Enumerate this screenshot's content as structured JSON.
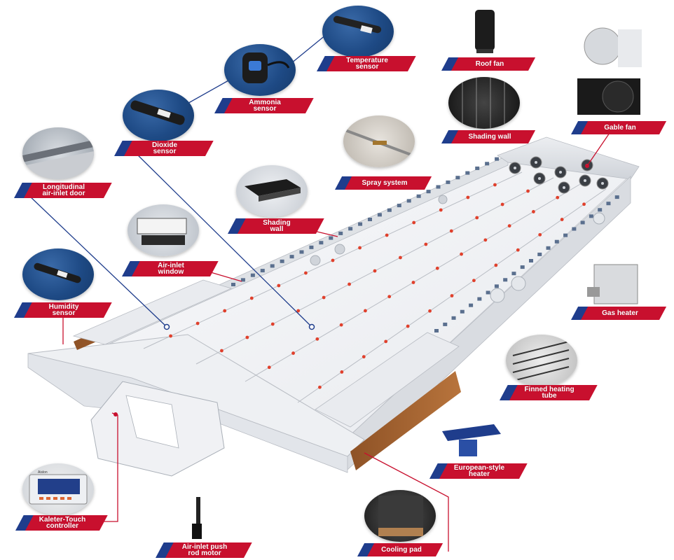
{
  "labels": {
    "temperature_sensor": "Temperature\nsensor",
    "ammonia_sensor": "Ammonia\nsensor",
    "dioxide_sensor": "Dioxide\nsensor",
    "longitudinal_door": "Longitudinal\nair-inlet door",
    "humidity_sensor": "Humidity\nsensor",
    "air_inlet_window": "Air-inlet\nwindow",
    "shading_wall_left": "Shading\nwall",
    "spray_system": "Spray system",
    "roof_fan": "Roof fan",
    "shading_wall_right": "Shading wall",
    "gable_fan": "Gable fan",
    "gas_heater": "Gas heater",
    "finned_heating_tube": "Finned heating\ntube",
    "european_heater": "European-style\nheater",
    "cooling_pad": "Cooling pad",
    "push_rod_motor": "Air-inlet push\nrod motor",
    "controller": "Kaleter-Touch\ncontroller"
  },
  "controller_screen_text": "Aislon",
  "colors": {
    "label_red": "#c8102e",
    "label_blue": "#1f3d8c",
    "leader_red": "#c8102e",
    "leader_blue": "#1f3d8c",
    "building": "#f2f3f5",
    "cooling_pad": "#a0602e"
  }
}
